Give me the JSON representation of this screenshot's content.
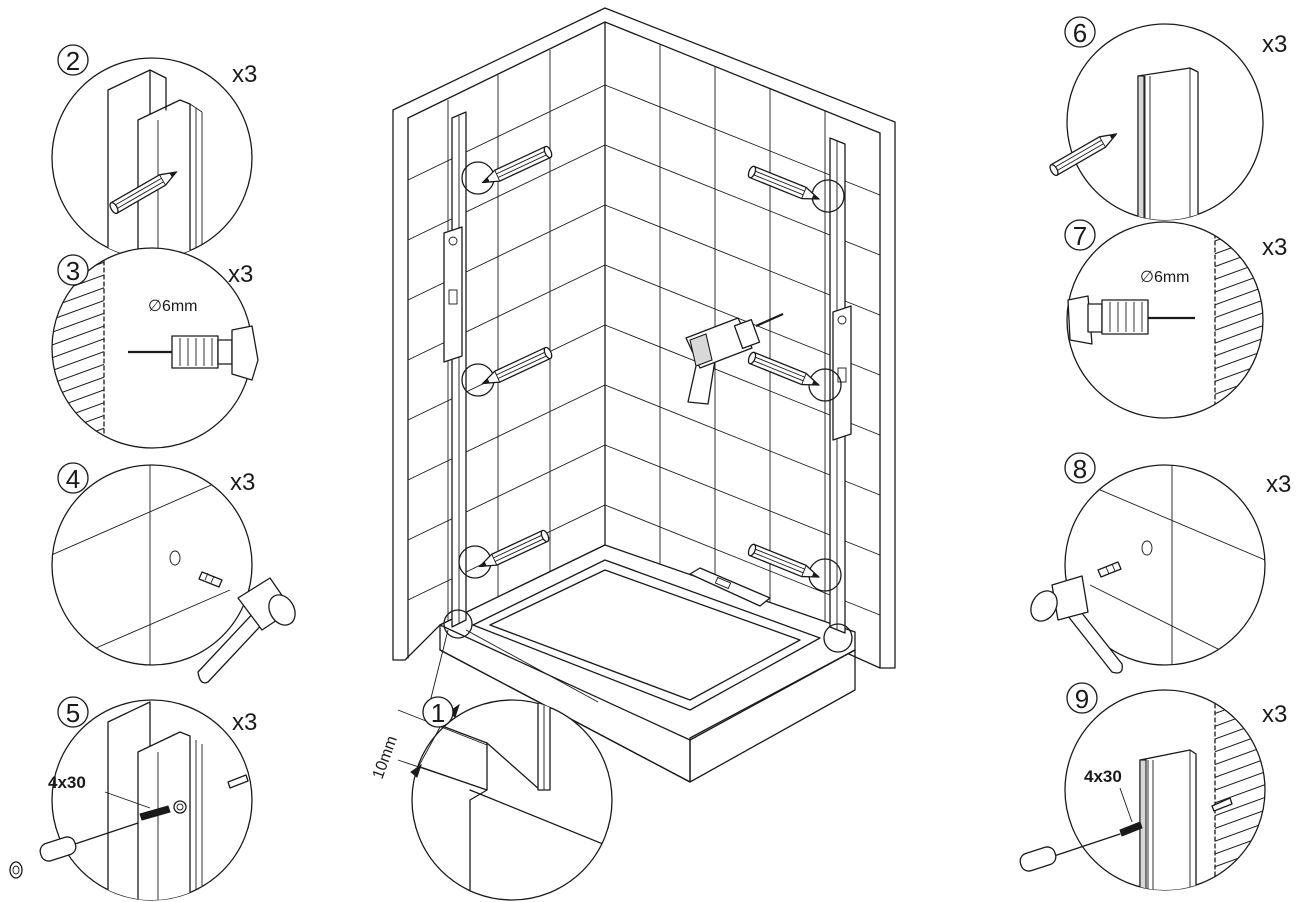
{
  "steps": [
    {
      "number": "1",
      "note": "10mm"
    },
    {
      "number": "2",
      "quantity": "x3"
    },
    {
      "number": "3",
      "quantity": "x3",
      "note": "∅6mm"
    },
    {
      "number": "4",
      "quantity": "x3"
    },
    {
      "number": "5",
      "quantity": "x3",
      "note": "4x30"
    },
    {
      "number": "6",
      "quantity": "x3"
    },
    {
      "number": "7",
      "quantity": "x3",
      "note": "∅6mm"
    },
    {
      "number": "8",
      "quantity": "x3"
    },
    {
      "number": "9",
      "quantity": "x3",
      "note": "4x30"
    }
  ],
  "icons": [
    "pencil-icon",
    "drill-icon",
    "hammer-icon",
    "screwdriver-icon",
    "wall-plug-icon",
    "screw-icon",
    "spirit-level-icon",
    "washer-icon"
  ],
  "colors": {
    "line": "#1a1a1a",
    "background": "#ffffff"
  }
}
